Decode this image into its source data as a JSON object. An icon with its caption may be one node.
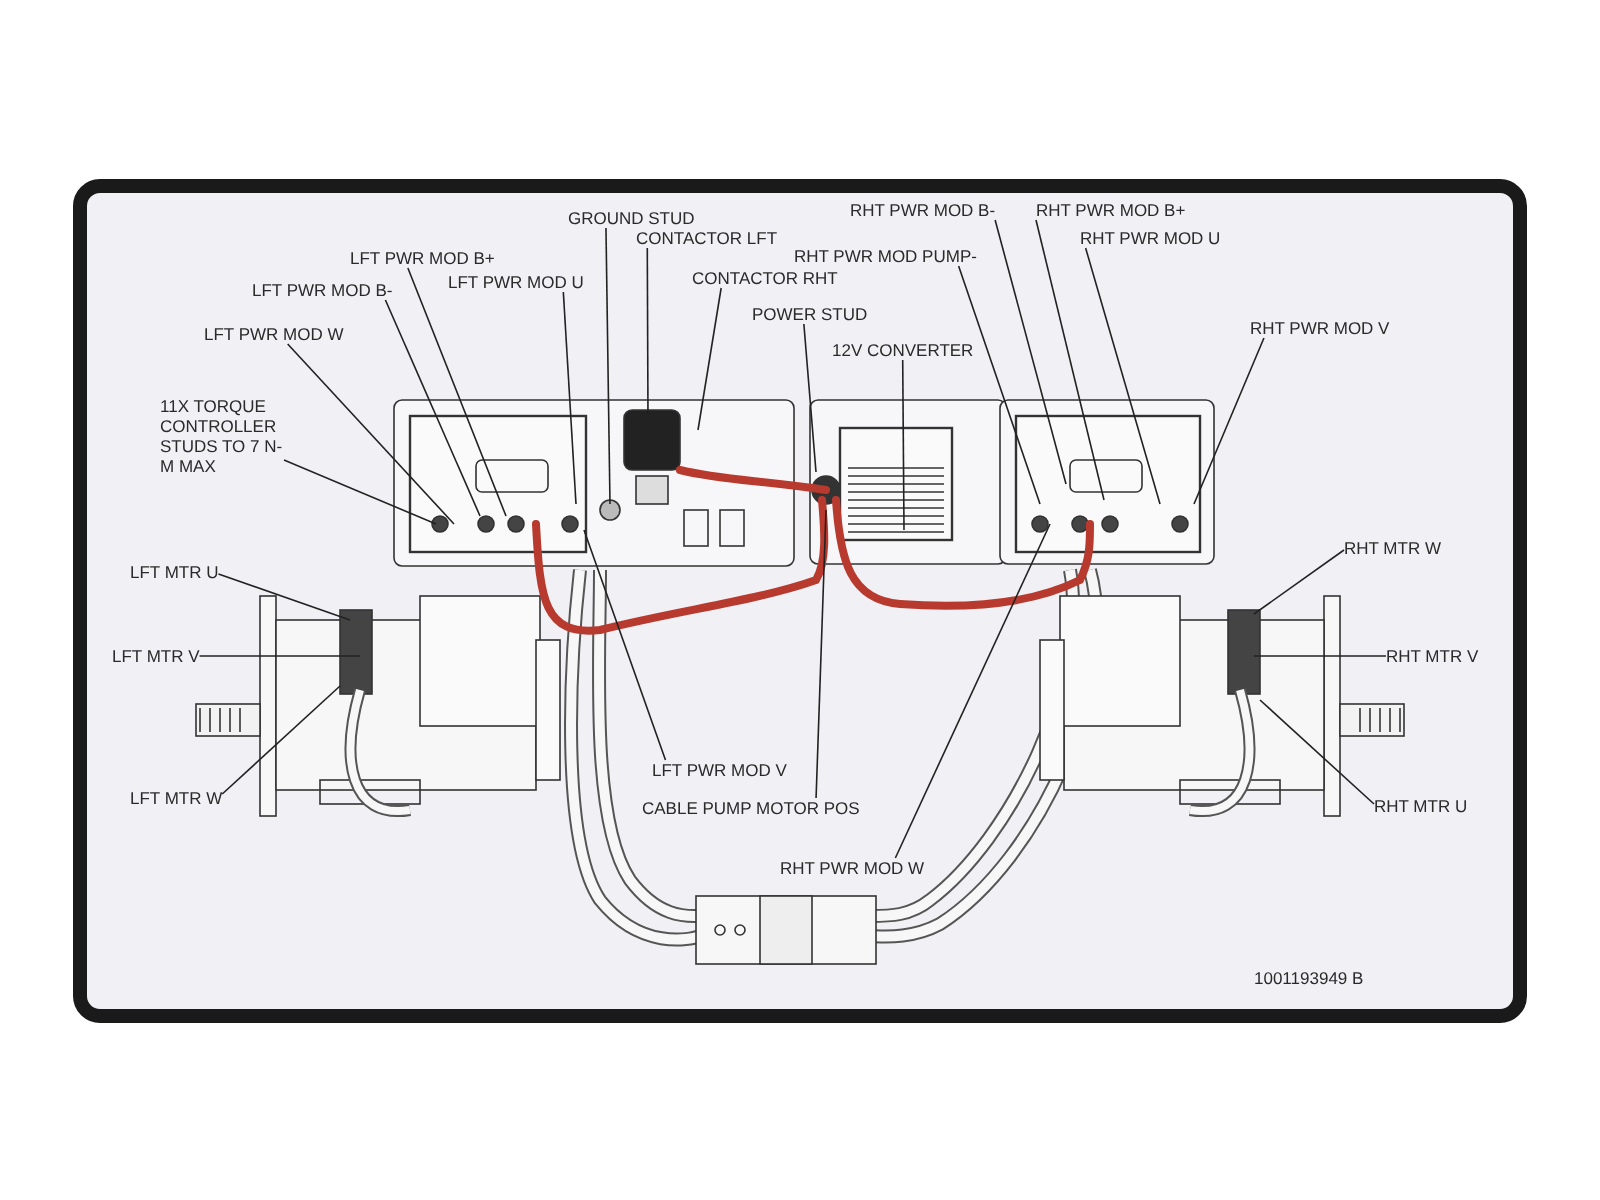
{
  "diagram": {
    "nodes": [
      {
        "text": [
          "GROUND STUD"
        ]
      },
      {
        "text": [
          "RHT PWR MOD B-"
        ]
      },
      {
        "text": [
          "RHT PWR MOD B+"
        ]
      },
      {
        "text": [
          "CONTACTOR LFT"
        ]
      },
      {
        "text": [
          "RHT PWR MOD PUMP-"
        ]
      },
      {
        "text": [
          "RHT PWR MOD U"
        ]
      },
      {
        "text": [
          "LFT PWR MOD B+"
        ]
      },
      {
        "text": [
          "LFT PWR MOD B-"
        ]
      },
      {
        "text": [
          "LFT PWR MOD U"
        ]
      },
      {
        "text": [
          "CONTACTOR RHT"
        ]
      },
      {
        "text": [
          "POWER STUD"
        ]
      },
      {
        "text": [
          "RHT PWR MOD V"
        ]
      },
      {
        "text": [
          "LFT PWR MOD W"
        ]
      },
      {
        "text": [
          "12V CONVERTER"
        ]
      },
      {
        "text": [
          "11X TORQUE CONTROLLER STUDS TO 7 N-M MAX"
        ]
      },
      {
        "text": [
          "RHT MTR W"
        ]
      },
      {
        "text": [
          "LFT MTR U"
        ]
      },
      {
        "text": [
          "LFT MTR V"
        ]
      },
      {
        "text": [
          "RHT MTR V"
        ]
      },
      {
        "text": [
          "LFT PWR MOD V"
        ]
      },
      {
        "text": [
          "LFT MTR W"
        ]
      },
      {
        "text": [
          "RHT MTR U"
        ]
      },
      {
        "text": [
          "CABLE PUMP MOTOR POS"
        ]
      },
      {
        "text": [
          "RHT PWR MOD W"
        ]
      }
    ],
    "edges": [
      {
        "from": 0,
        "to": null,
        "arrow": "none"
      },
      {
        "from": 1,
        "to": null,
        "arrow": "none"
      },
      {
        "from": 2,
        "to": null,
        "arrow": "none"
      },
      {
        "from": 3,
        "to": null,
        "arrow": "none"
      },
      {
        "from": 4,
        "to": null,
        "arrow": "none"
      },
      {
        "from": 5,
        "to": null,
        "arrow": "none"
      },
      {
        "from": 6,
        "to": null,
        "arrow": "none"
      },
      {
        "from": 7,
        "to": null,
        "arrow": "none"
      },
      {
        "from": 8,
        "to": null,
        "arrow": "none"
      },
      {
        "from": 9,
        "to": null,
        "arrow": "none"
      },
      {
        "from": 10,
        "to": null,
        "arrow": "none"
      },
      {
        "from": 11,
        "to": null,
        "arrow": "none"
      },
      {
        "from": 12,
        "to": null,
        "arrow": "none"
      },
      {
        "from": 13,
        "to": null,
        "arrow": "none"
      },
      {
        "from": 14,
        "to": null,
        "arrow": "none"
      },
      {
        "from": 15,
        "to": null,
        "arrow": "none"
      },
      {
        "from": 16,
        "to": null,
        "arrow": "none"
      },
      {
        "from": 17,
        "to": null,
        "arrow": "none"
      },
      {
        "from": 18,
        "to": null,
        "arrow": "none"
      },
      {
        "from": 19,
        "to": null,
        "arrow": "none"
      },
      {
        "from": 20,
        "to": null,
        "arrow": "none"
      },
      {
        "from": 21,
        "to": null,
        "arrow": "none"
      },
      {
        "from": 22,
        "to": null,
        "arrow": "none"
      },
      {
        "from": 23,
        "to": null,
        "arrow": "none"
      }
    ],
    "labels": [
      "1001193949 B"
    ]
  }
}
